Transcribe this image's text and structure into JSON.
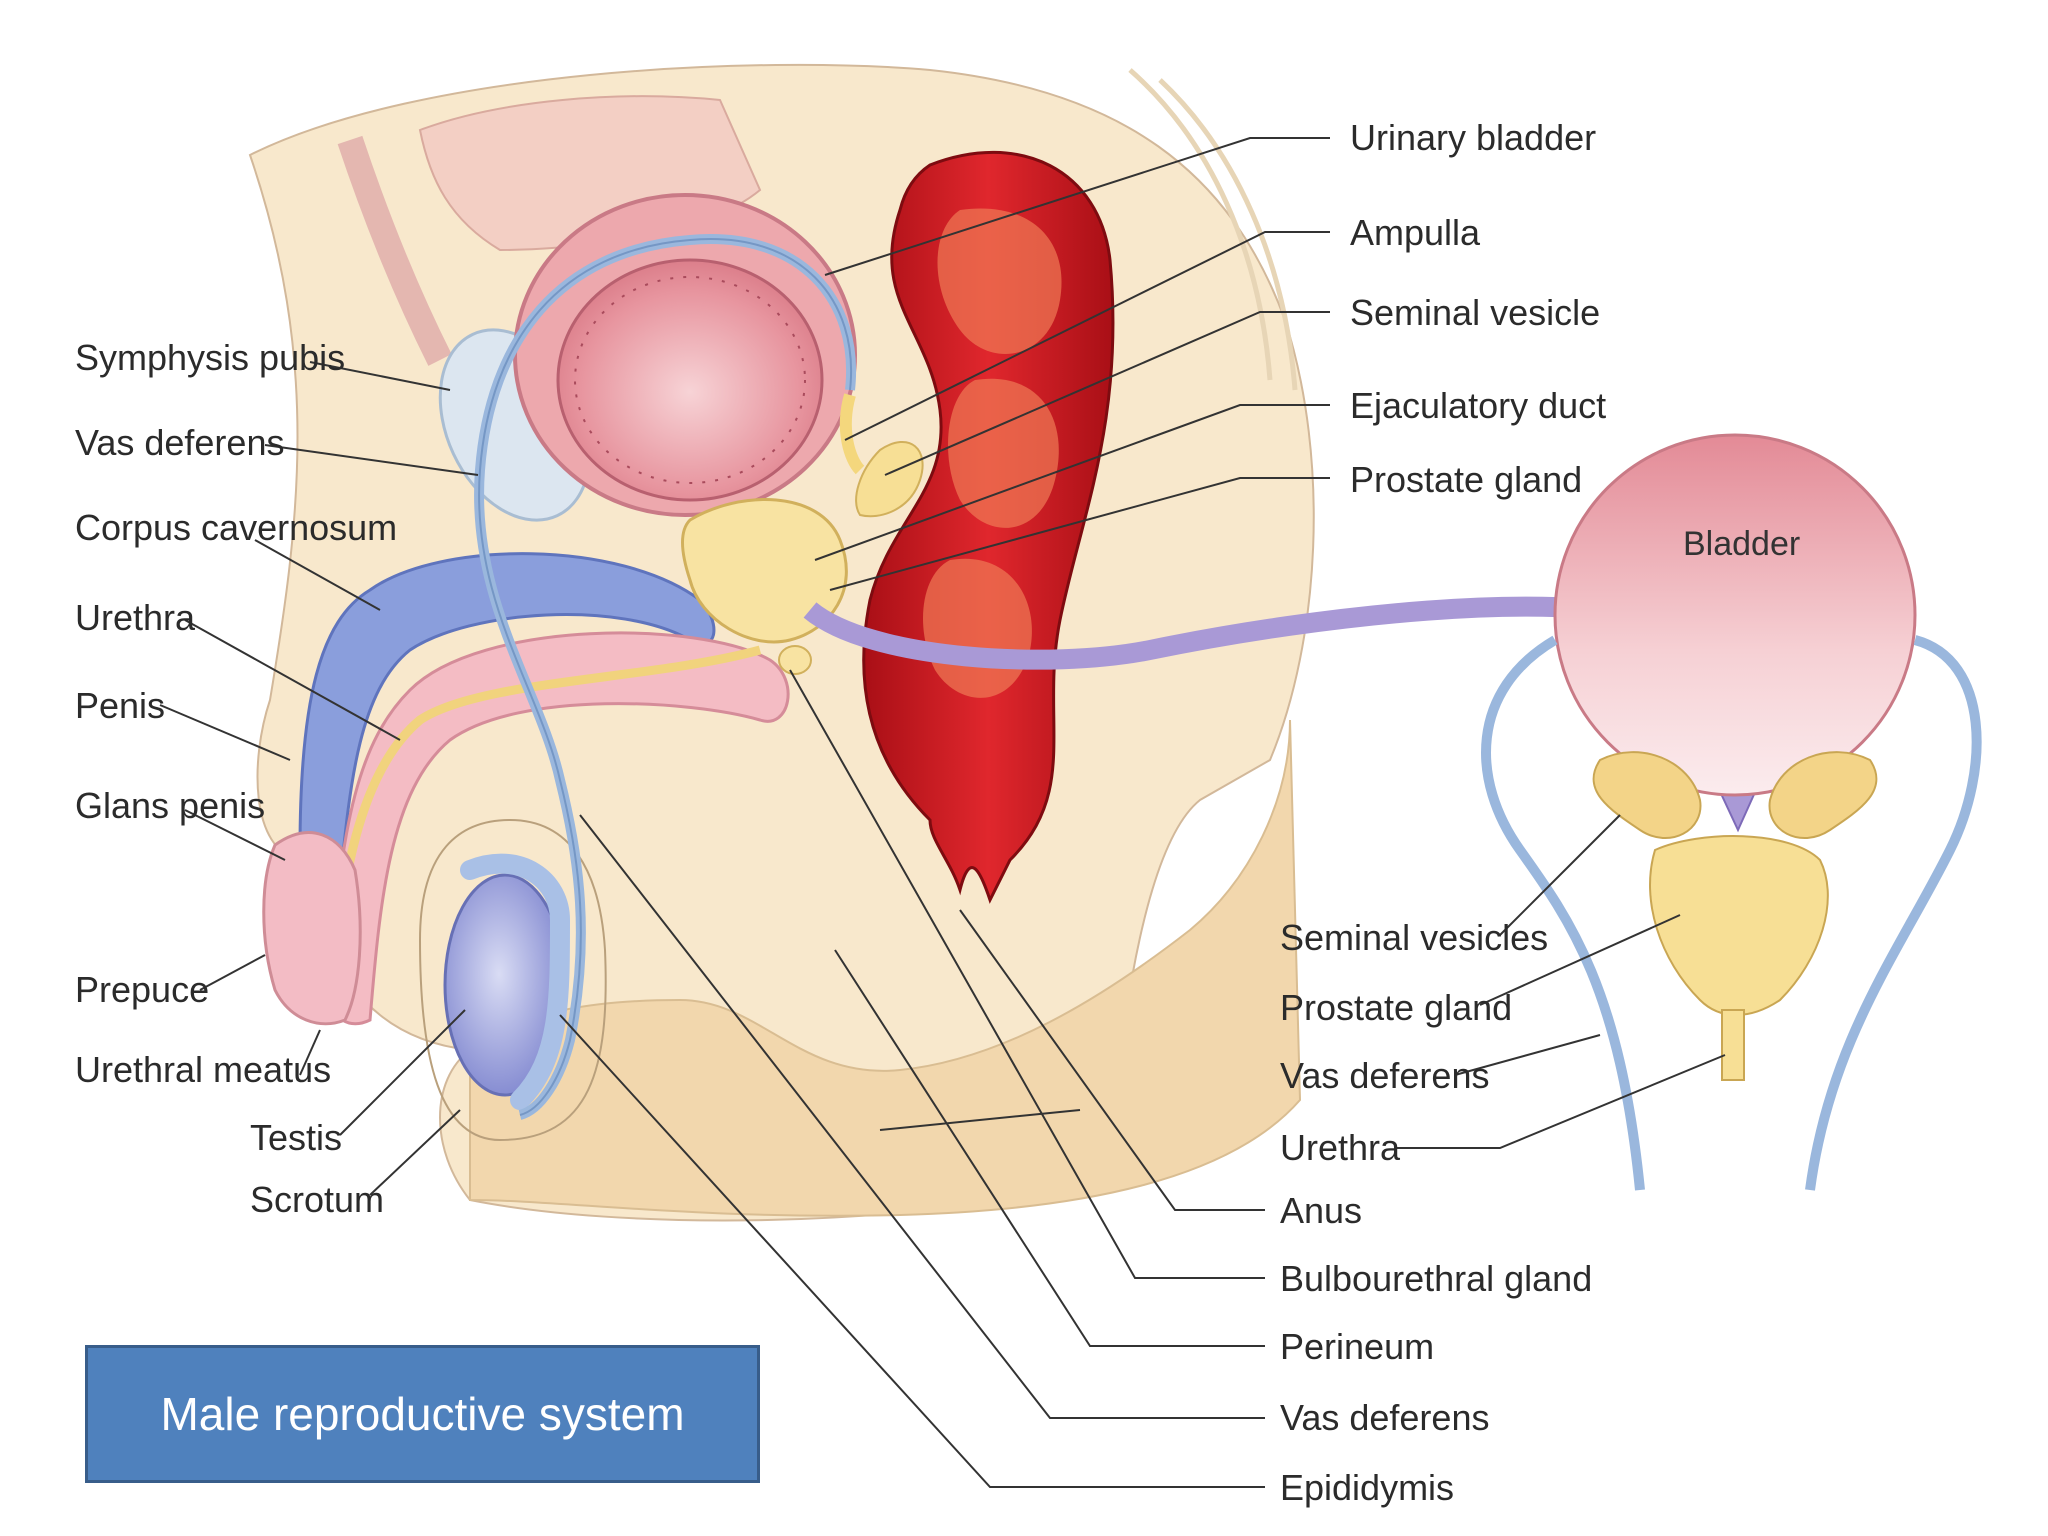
{
  "title": "Male reproductive system",
  "colors": {
    "skin": "#f8e8cc",
    "body_tan": "#f2d7ad",
    "bladder": "#e79aa3",
    "rectum": "#c5141d",
    "corpus": "#7f93d6",
    "pink": "#f3b8c0",
    "vas": "#9ab7dd",
    "prostate": "#f7dc8e",
    "arrow": "#a999d6",
    "title_box": "#4f81bd"
  },
  "labels": {
    "left": [
      "Symphysis pubis",
      "Vas deferens",
      "Corpus cavernosum",
      "Urethra",
      "Penis",
      "Glans penis",
      "Prepuce",
      "Urethral meatus",
      "Testis",
      "Scrotum"
    ],
    "right_top": [
      "Urinary bladder",
      "Ampulla",
      "Seminal vesicle",
      "Ejaculatory duct",
      "Prostate gland"
    ],
    "inset": {
      "bladder": "Bladder",
      "items": [
        "Seminal vesicles",
        "Prostate gland",
        "Vas deferens",
        "Urethra"
      ]
    },
    "bottom": [
      "Anus",
      "Bulbourethral gland",
      "Perineum",
      "Vas deferens",
      "Epididymis"
    ]
  }
}
